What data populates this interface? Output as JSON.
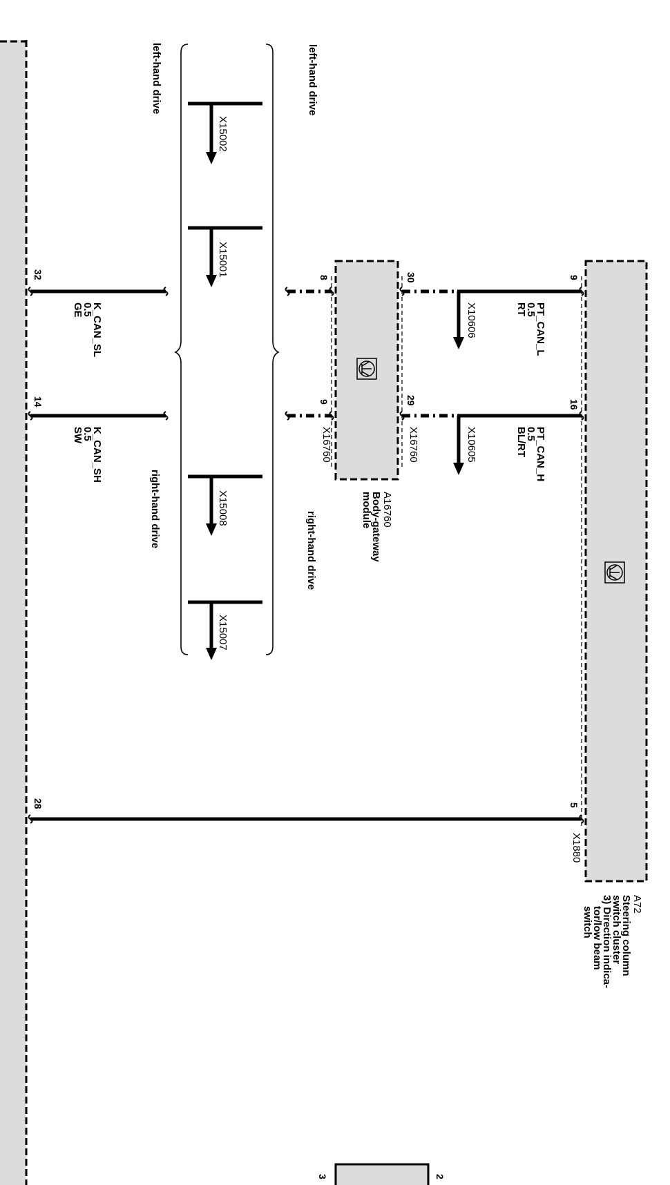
{
  "labels": {
    "left_hand_drive_top": "left-hand drive",
    "left_hand_drive_bottom": "left-hand drive",
    "right_hand_drive_top": "right-hand drive",
    "right_hand_drive_bottom": "right-hand drive"
  },
  "modules": {
    "a72": {
      "id": "A72",
      "desc": [
        "Steering column",
        "switch cluster",
        "3) Direction indica-",
        "tor/low beam",
        "switch"
      ],
      "connector": "X1880",
      "pins": [
        "9",
        "16",
        "5"
      ]
    },
    "a16760": {
      "id": "A16760",
      "desc": [
        "Body-gateway",
        "module"
      ],
      "connector": "X16760",
      "pins": [
        "30",
        "29",
        "8",
        "9"
      ]
    },
    "bottom": {
      "pins": [
        "32",
        "14",
        "28"
      ]
    },
    "stub_box": {
      "pins": [
        "2",
        "3"
      ]
    }
  },
  "wires": {
    "pt_can_l": {
      "signal": "PT_CAN_L",
      "size": "0.5",
      "color": "RT",
      "connector": "X10606"
    },
    "pt_can_h": {
      "signal": "PT_CAN_H",
      "size": "0.5",
      "color": "BL/RT",
      "connector": "X10605"
    },
    "k_can_sl": {
      "signal": "K_CAN_SL",
      "size": "0.5",
      "color": "GE"
    },
    "k_can_sh": {
      "signal": "K_CAN_SH",
      "size": "0.5",
      "color": "SW"
    }
  },
  "connectors": {
    "x15002": "X15002",
    "x15001": "X15001",
    "x15008": "X15008",
    "x15007": "X15007"
  }
}
